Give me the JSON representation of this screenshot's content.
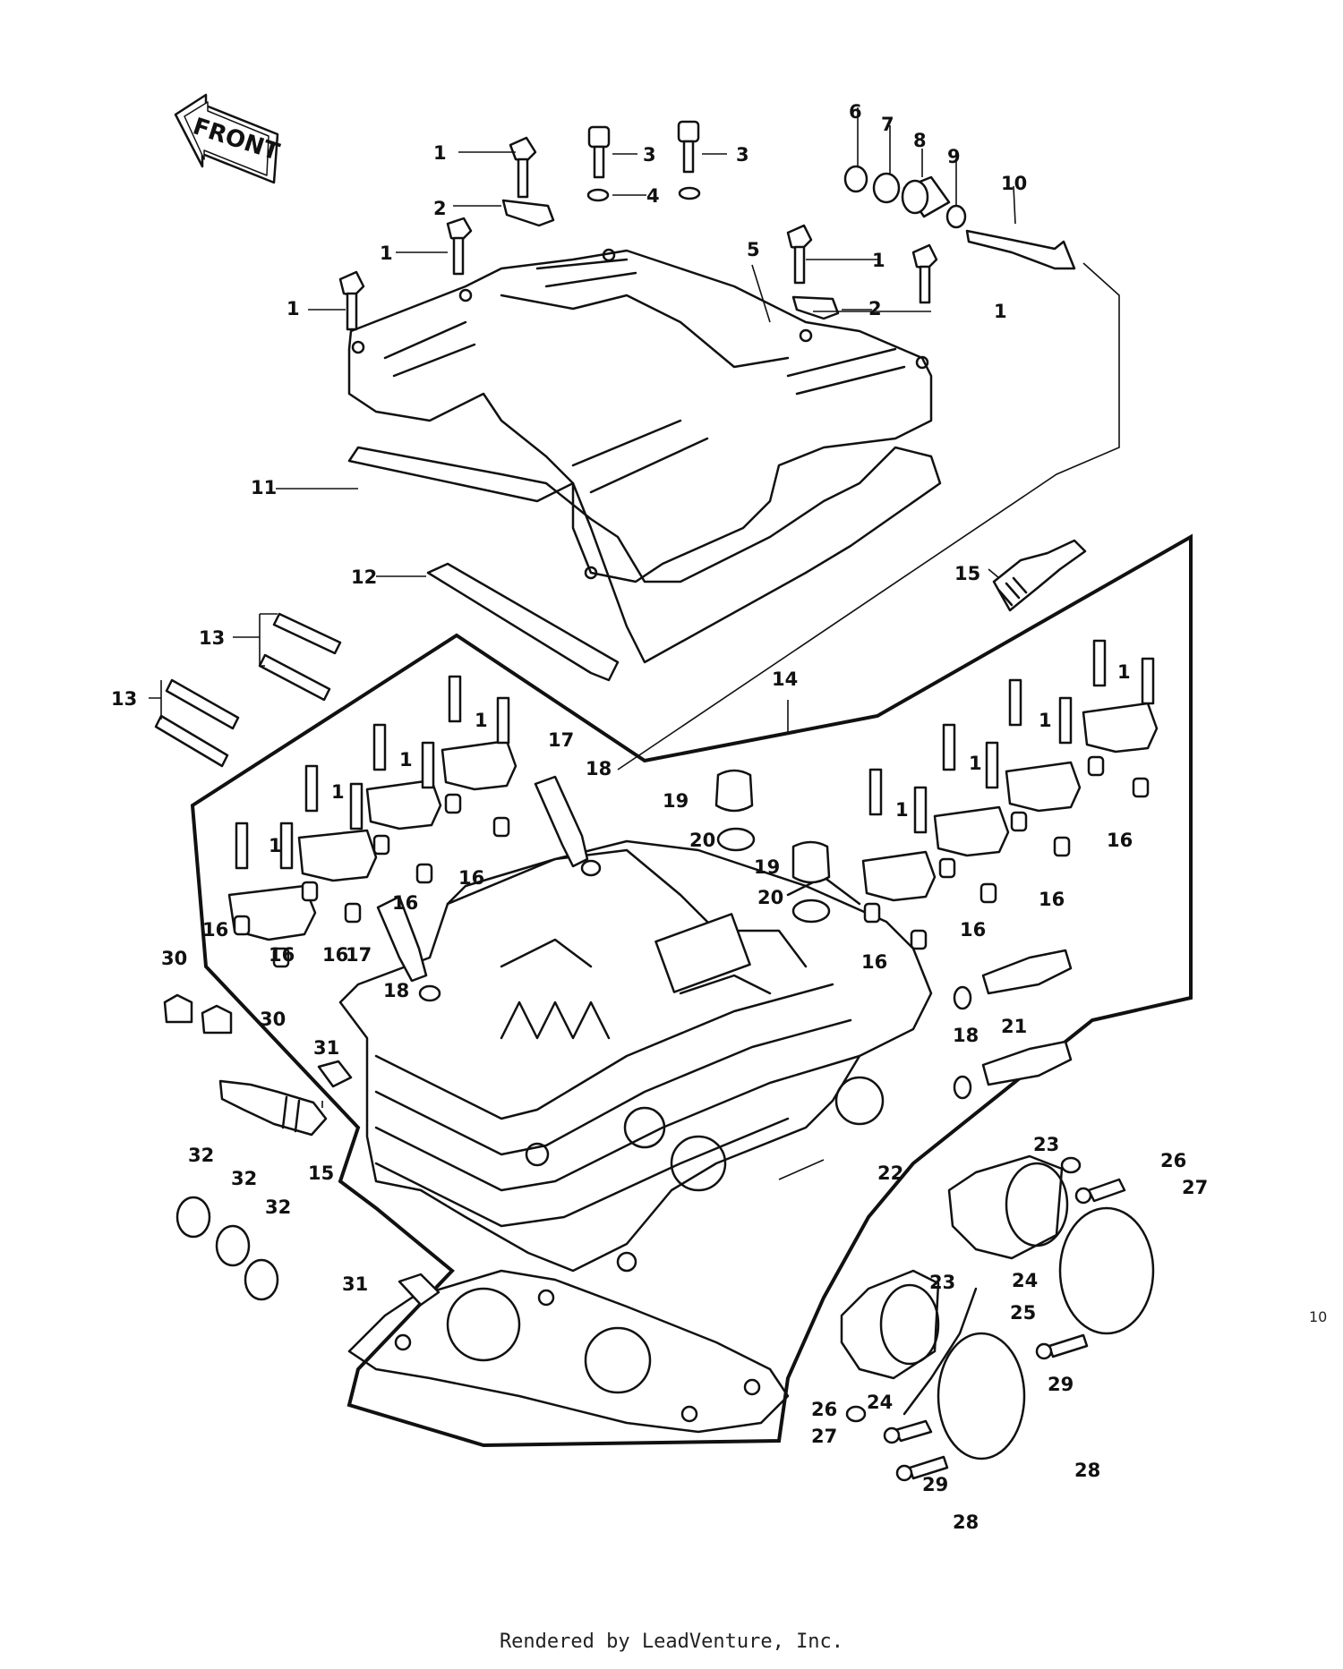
{
  "front_label": "FRONT",
  "footer": "Rendered by LeadVenture, Inc.",
  "page_number": "10",
  "callouts": [
    {
      "id": "c1a",
      "text": "1"
    },
    {
      "id": "c1b",
      "text": "1"
    },
    {
      "id": "c1c",
      "text": "1"
    },
    {
      "id": "c1d",
      "text": "1"
    },
    {
      "id": "c1e",
      "text": "1"
    },
    {
      "id": "c2a",
      "text": "2"
    },
    {
      "id": "c2b",
      "text": "2"
    },
    {
      "id": "c3a",
      "text": "3"
    },
    {
      "id": "c3b",
      "text": "3"
    },
    {
      "id": "c4",
      "text": "4"
    },
    {
      "id": "c5",
      "text": "5"
    },
    {
      "id": "c6",
      "text": "6"
    },
    {
      "id": "c7",
      "text": "7"
    },
    {
      "id": "c8",
      "text": "8"
    },
    {
      "id": "c9",
      "text": "9"
    },
    {
      "id": "c10",
      "text": "10"
    },
    {
      "id": "c11",
      "text": "11"
    },
    {
      "id": "c12",
      "text": "12"
    },
    {
      "id": "c13a",
      "text": "13"
    },
    {
      "id": "c13b",
      "text": "13"
    },
    {
      "id": "c14",
      "text": "14"
    },
    {
      "id": "c15a",
      "text": "15"
    },
    {
      "id": "c15b",
      "text": "15"
    },
    {
      "id": "c1f",
      "text": "1"
    },
    {
      "id": "c1g",
      "text": "1"
    },
    {
      "id": "c1h",
      "text": "1"
    },
    {
      "id": "c1i",
      "text": "1"
    },
    {
      "id": "c1j",
      "text": "1"
    },
    {
      "id": "c1k",
      "text": "1"
    },
    {
      "id": "c1l",
      "text": "1"
    },
    {
      "id": "c1m",
      "text": "1"
    },
    {
      "id": "c16a",
      "text": "16"
    },
    {
      "id": "c16b",
      "text": "16"
    },
    {
      "id": "c16c",
      "text": "16"
    },
    {
      "id": "c16d",
      "text": "16"
    },
    {
      "id": "c16e",
      "text": "16"
    },
    {
      "id": "c16f",
      "text": "16"
    },
    {
      "id": "c16g",
      "text": "16"
    },
    {
      "id": "c16h",
      "text": "16"
    },
    {
      "id": "c16i",
      "text": "16"
    },
    {
      "id": "c17a",
      "text": "17"
    },
    {
      "id": "c17b",
      "text": "17"
    },
    {
      "id": "c18a",
      "text": "18"
    },
    {
      "id": "c18b",
      "text": "18"
    },
    {
      "id": "c18c",
      "text": "18"
    },
    {
      "id": "c19a",
      "text": "19"
    },
    {
      "id": "c19b",
      "text": "19"
    },
    {
      "id": "c20a",
      "text": "20"
    },
    {
      "id": "c20b",
      "text": "20"
    },
    {
      "id": "c21",
      "text": "21"
    },
    {
      "id": "c22",
      "text": "22"
    },
    {
      "id": "c23a",
      "text": "23"
    },
    {
      "id": "c23b",
      "text": "23"
    },
    {
      "id": "c24a",
      "text": "24"
    },
    {
      "id": "c24b",
      "text": "24"
    },
    {
      "id": "c25",
      "text": "25"
    },
    {
      "id": "c26a",
      "text": "26"
    },
    {
      "id": "c26b",
      "text": "26"
    },
    {
      "id": "c27a",
      "text": "27"
    },
    {
      "id": "c27b",
      "text": "27"
    },
    {
      "id": "c28a",
      "text": "28"
    },
    {
      "id": "c28b",
      "text": "28"
    },
    {
      "id": "c29a",
      "text": "29"
    },
    {
      "id": "c29b",
      "text": "29"
    },
    {
      "id": "c30a",
      "text": "30"
    },
    {
      "id": "c30b",
      "text": "30"
    },
    {
      "id": "c31a",
      "text": "31"
    },
    {
      "id": "c31b",
      "text": "31"
    },
    {
      "id": "c32a",
      "text": "32"
    },
    {
      "id": "c32b",
      "text": "32"
    },
    {
      "id": "c32c",
      "text": "32"
    }
  ]
}
